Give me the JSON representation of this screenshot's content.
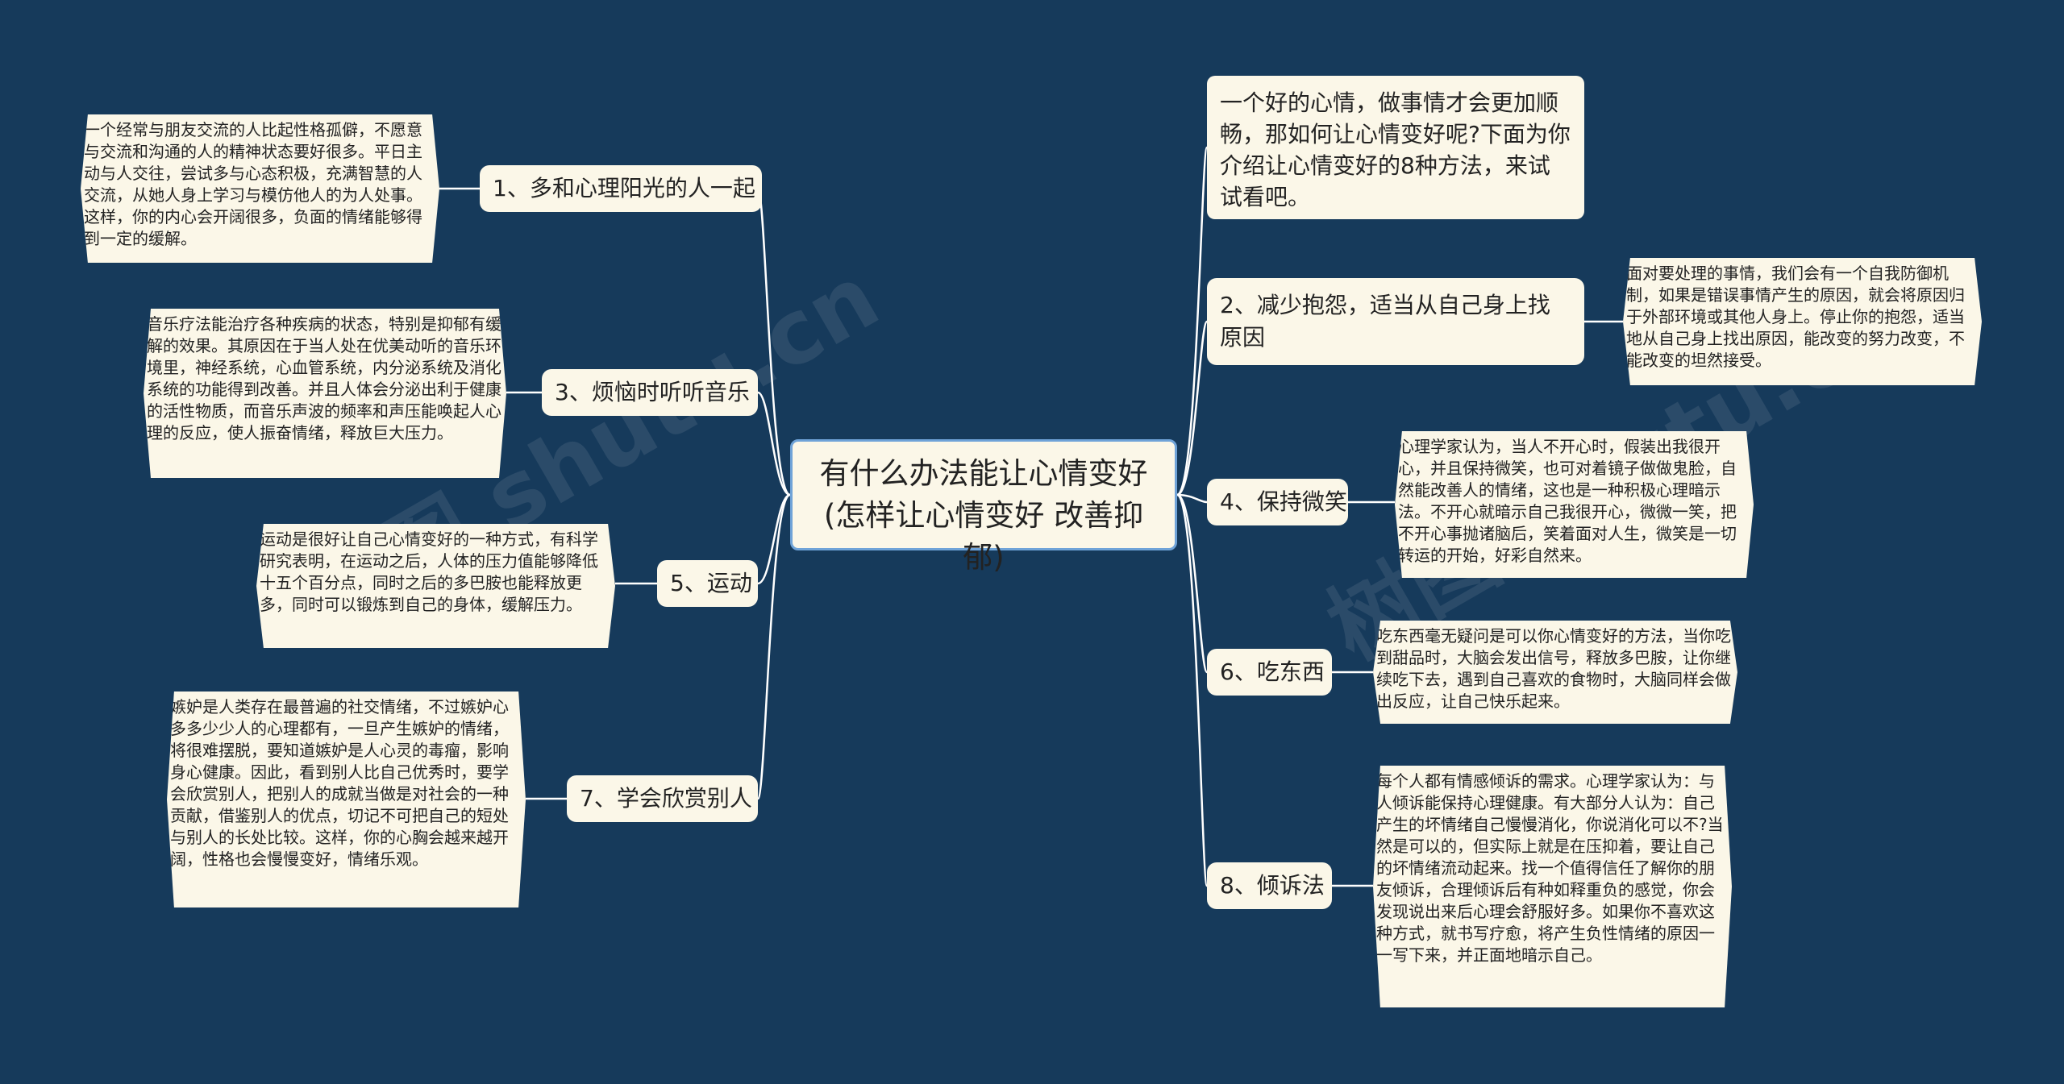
{
  "root": {
    "title": "有什么办法能让心情变好(怎样让心情变好 改善抑郁)"
  },
  "intro": {
    "text": "一个好的心情，做事情才会更加顺畅，那如何让心情变好呢?下面为你介绍让心情变好的8种方法，来试试看吧。"
  },
  "branches": {
    "b1": {
      "label": "1、多和心理阳光的人一起",
      "detail": "一个经常与朋友交流的人比起性格孤僻，不愿意与交流和沟通的人的精神状态要好很多。平日主动与人交往，尝试多与心态积极，充满智慧的人交流，从她人身上学习与模仿他人的为人处事。这样，你的内心会开阔很多，负面的情绪能够得到一定的缓解。"
    },
    "b2": {
      "label": "2、减少抱怨，适当从自己身上找原因",
      "detail": "面对要处理的事情，我们会有一个自我防御机制，如果是错误事情产生的原因，就会将原因归于外部环境或其他人身上。停止你的抱怨，适当地从自己身上找出原因，能改变的努力改变，不能改变的坦然接受。"
    },
    "b3": {
      "label": "3、烦恼时听听音乐",
      "detail": "音乐疗法能治疗各种疾病的状态，特别是抑郁有缓解的效果。其原因在于当人处在优美动听的音乐环境里，神经系统，心血管系统，内分泌系统及消化系统的功能得到改善。并且人体会分泌出利于健康的活性物质，而音乐声波的频率和声压能唤起人心理的反应，使人振奋情绪，释放巨大压力。"
    },
    "b4": {
      "label": "4、保持微笑",
      "detail": "心理学家认为，当人不开心时，假装出我很开心，并且保持微笑，也可对着镜子做做鬼脸，自然能改善人的情绪，这也是一种积极心理暗示法。不开心就暗示自己我很开心，微微一笑，把不开心事抛诸脑后，笑着面对人生，微笑是一切转运的开始，好彩自然来。"
    },
    "b5": {
      "label": "5、运动",
      "detail": "运动是很好让自己心情变好的一种方式，有科学研究表明，在运动之后，人体的压力值能够降低十五个百分点，同时之后的多巴胺也能释放更多，同时可以锻炼到自己的身体，缓解压力。"
    },
    "b6": {
      "label": "6、吃东西",
      "detail": "吃东西毫无疑问是可以你心情变好的方法，当你吃到甜品时，大脑会发出信号，释放多巴胺，让你继续吃下去，遇到自己喜欢的食物时，大脑同样会做出反应，让自己快乐起来。"
    },
    "b7": {
      "label": "7、学会欣赏别人",
      "detail": "嫉妒是人类存在最普遍的社交情绪，不过嫉妒心多多少少人的心理都有，一旦产生嫉妒的情绪，将很难摆脱，要知道嫉妒是人心灵的毒瘤，影响身心健康。因此，看到别人比自己优秀时，要学会欣赏别人，把别人的成就当做是对社会的一种贡献，借鉴别人的优点，切记不可把自己的短处与别人的长处比较。这样，你的心胸会越来越开阔，性格也会慢慢变好，情绪乐观。"
    },
    "b8": {
      "label": "8、倾诉法",
      "detail": "每个人都有情感倾诉的需求。心理学家认为：与人倾诉能保持心理健康。有大部分人认为：自己产生的坏情绪自己慢慢消化，你说消化可以不?当然是可以的，但实际上就是在压抑着，要让自己的坏情绪流动起来。找一个值得信任了解你的朋友倾诉，合理倾诉后有种如释重负的感觉，你会发现说出来后心理会舒服好多。如果你不喜欢这种方式，就书写疗愈，将产生负性情绪的原因一一写下来，并正面地暗示自己。"
    }
  },
  "colors": {
    "background": "#163a5b",
    "node_fill": "#fbf7e8",
    "line": "#ffffff",
    "root_border": "#6fa3d8"
  }
}
